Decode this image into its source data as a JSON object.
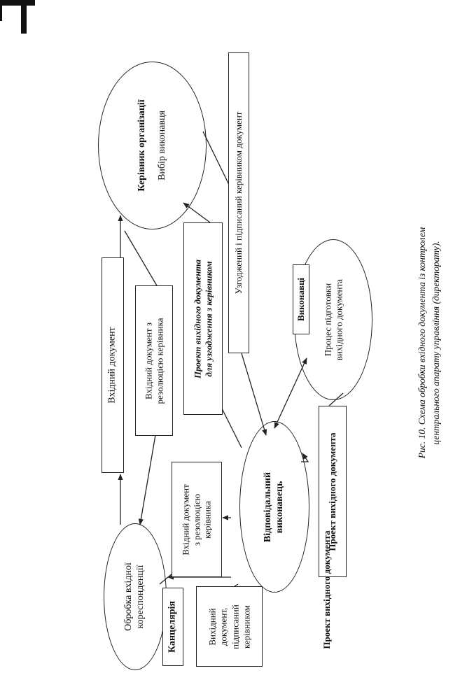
{
  "nodes": {
    "kerivnyk_title": "Керівник організації",
    "kerivnyk_sub": "Вибір виконавця",
    "obrobka_l1": "Обробка вхідної",
    "obrobka_l2": "кореспонденції",
    "kantselyaria": "Канцелярія",
    "vidpovidalnyi_l1": "Відповідальний",
    "vidpovidalnyi_l2": "виконавець",
    "vykonavtsi": "Виконавці",
    "protses_l1": "Процес підготовки",
    "protses_l2": "вихідного документа"
  },
  "labels": {
    "vkhidnyi": "Вхідний документ",
    "vkhidnyi_rez_top_l1": "Вхідний документ з",
    "vkhidnyi_rez_top_l2": "резолюцією керівника",
    "proekt_uzgodzh_l1": "Проект вихідного документа",
    "proekt_uzgodzh_l2": "для  узгодження з керівником",
    "uzgodzhenyi": "Узгоджений і підписаний керівником документ",
    "vkhidnyi_rez_low_l1": "Вхідний документ",
    "vkhidnyi_rez_low_l2": "з резолюцією",
    "vkhidnyi_rez_low_l3": "керівника",
    "proekt_vykh": "Проект вихідного документа",
    "proekt_vykh2": "Проект вихідного документа",
    "vykhidnyi_l1": "Вихідний",
    "vykhidnyi_l2": "документ,",
    "vykhidnyi_l3": "підписаний",
    "vykhidnyi_l4": "керівником"
  },
  "caption": {
    "l1": "Рис. 10. Схема обробки вхідного документа із контролем",
    "l2": "центрального апарату управління (директорату)."
  }
}
